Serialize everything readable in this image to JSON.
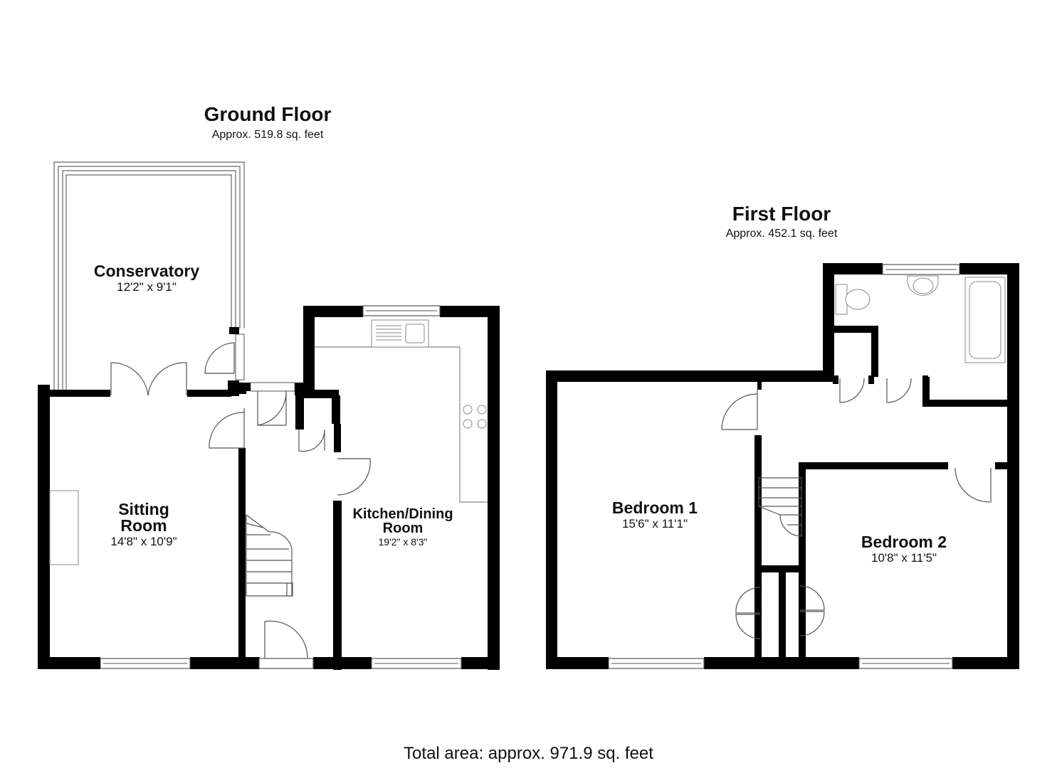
{
  "ground_floor": {
    "title": "Ground Floor",
    "area": "Approx. 519.8 sq. feet",
    "rooms": {
      "conservatory": {
        "name": "Conservatory",
        "dims": "12'2\" x 9'1\""
      },
      "sitting_room": {
        "name_line1": "Sitting",
        "name_line2": "Room",
        "dims": "14'8\" x 10'9\""
      },
      "kitchen": {
        "name_line1": "Kitchen/Dining",
        "name_line2": "Room",
        "dims": "19'2\" x 8'3\""
      }
    }
  },
  "first_floor": {
    "title": "First Floor",
    "area": "Approx. 452.1 sq. feet",
    "rooms": {
      "bedroom1": {
        "name": "Bedroom 1",
        "dims": "15'6\" x 11'1\""
      },
      "bedroom2": {
        "name": "Bedroom 2",
        "dims": "10'8\" x 11'5\""
      }
    }
  },
  "total_area": "Total area: approx. 971.9 sq. feet",
  "colors": {
    "wall": "#000000",
    "fixture": "#9a9a9a",
    "background": "#ffffff"
  }
}
